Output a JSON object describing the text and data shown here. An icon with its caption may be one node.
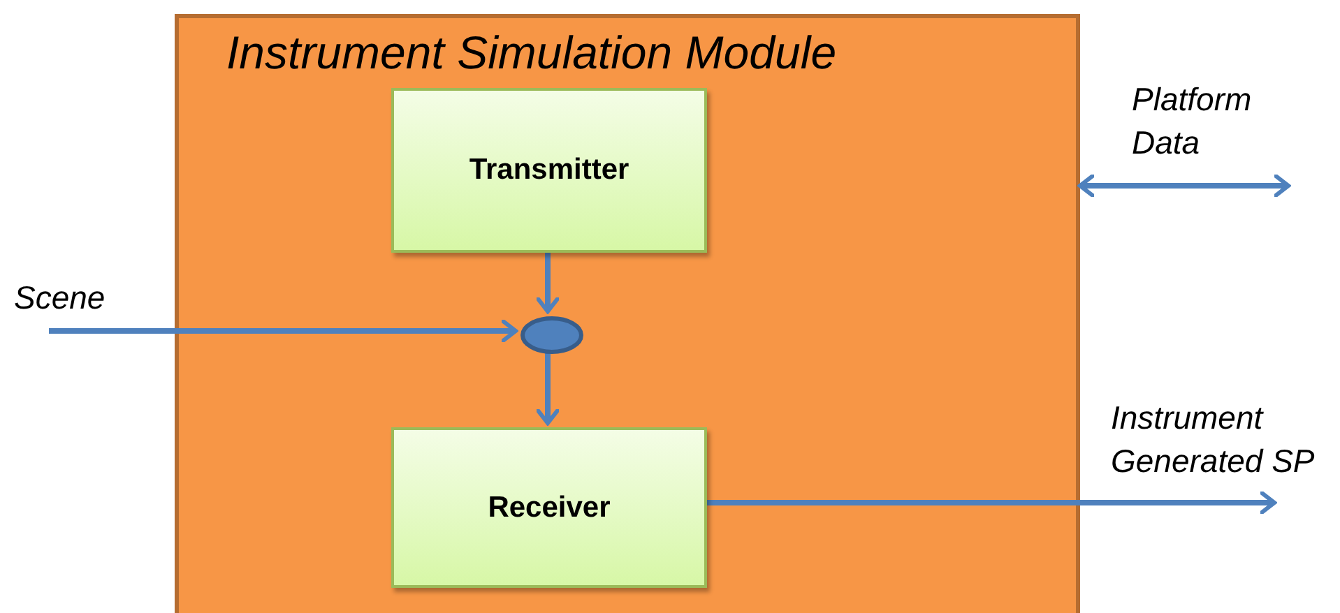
{
  "diagram": {
    "nodes": [
      {
        "text": [
          "Instrument Simulation Module"
        ]
      },
      {
        "text": [
          "Transmitter"
        ],
        "in": 0
      },
      {
        "text": [],
        "shape": "circle",
        "in": 0
      },
      {
        "text": [
          "Receiver"
        ],
        "in": 0
      }
    ],
    "edges": [
      {
        "from": 1,
        "to": 2,
        "arrow": "to"
      },
      {
        "from": null,
        "to": 2,
        "arrow": "to",
        "label": "Scene"
      },
      {
        "from": 2,
        "to": 3,
        "arrow": "to"
      },
      {
        "from": 0,
        "to": null,
        "arrow": "both",
        "label": "Platform Data"
      },
      {
        "from": 3,
        "to": null,
        "arrow": "to",
        "label": "Instrument Generated SP"
      }
    ]
  }
}
